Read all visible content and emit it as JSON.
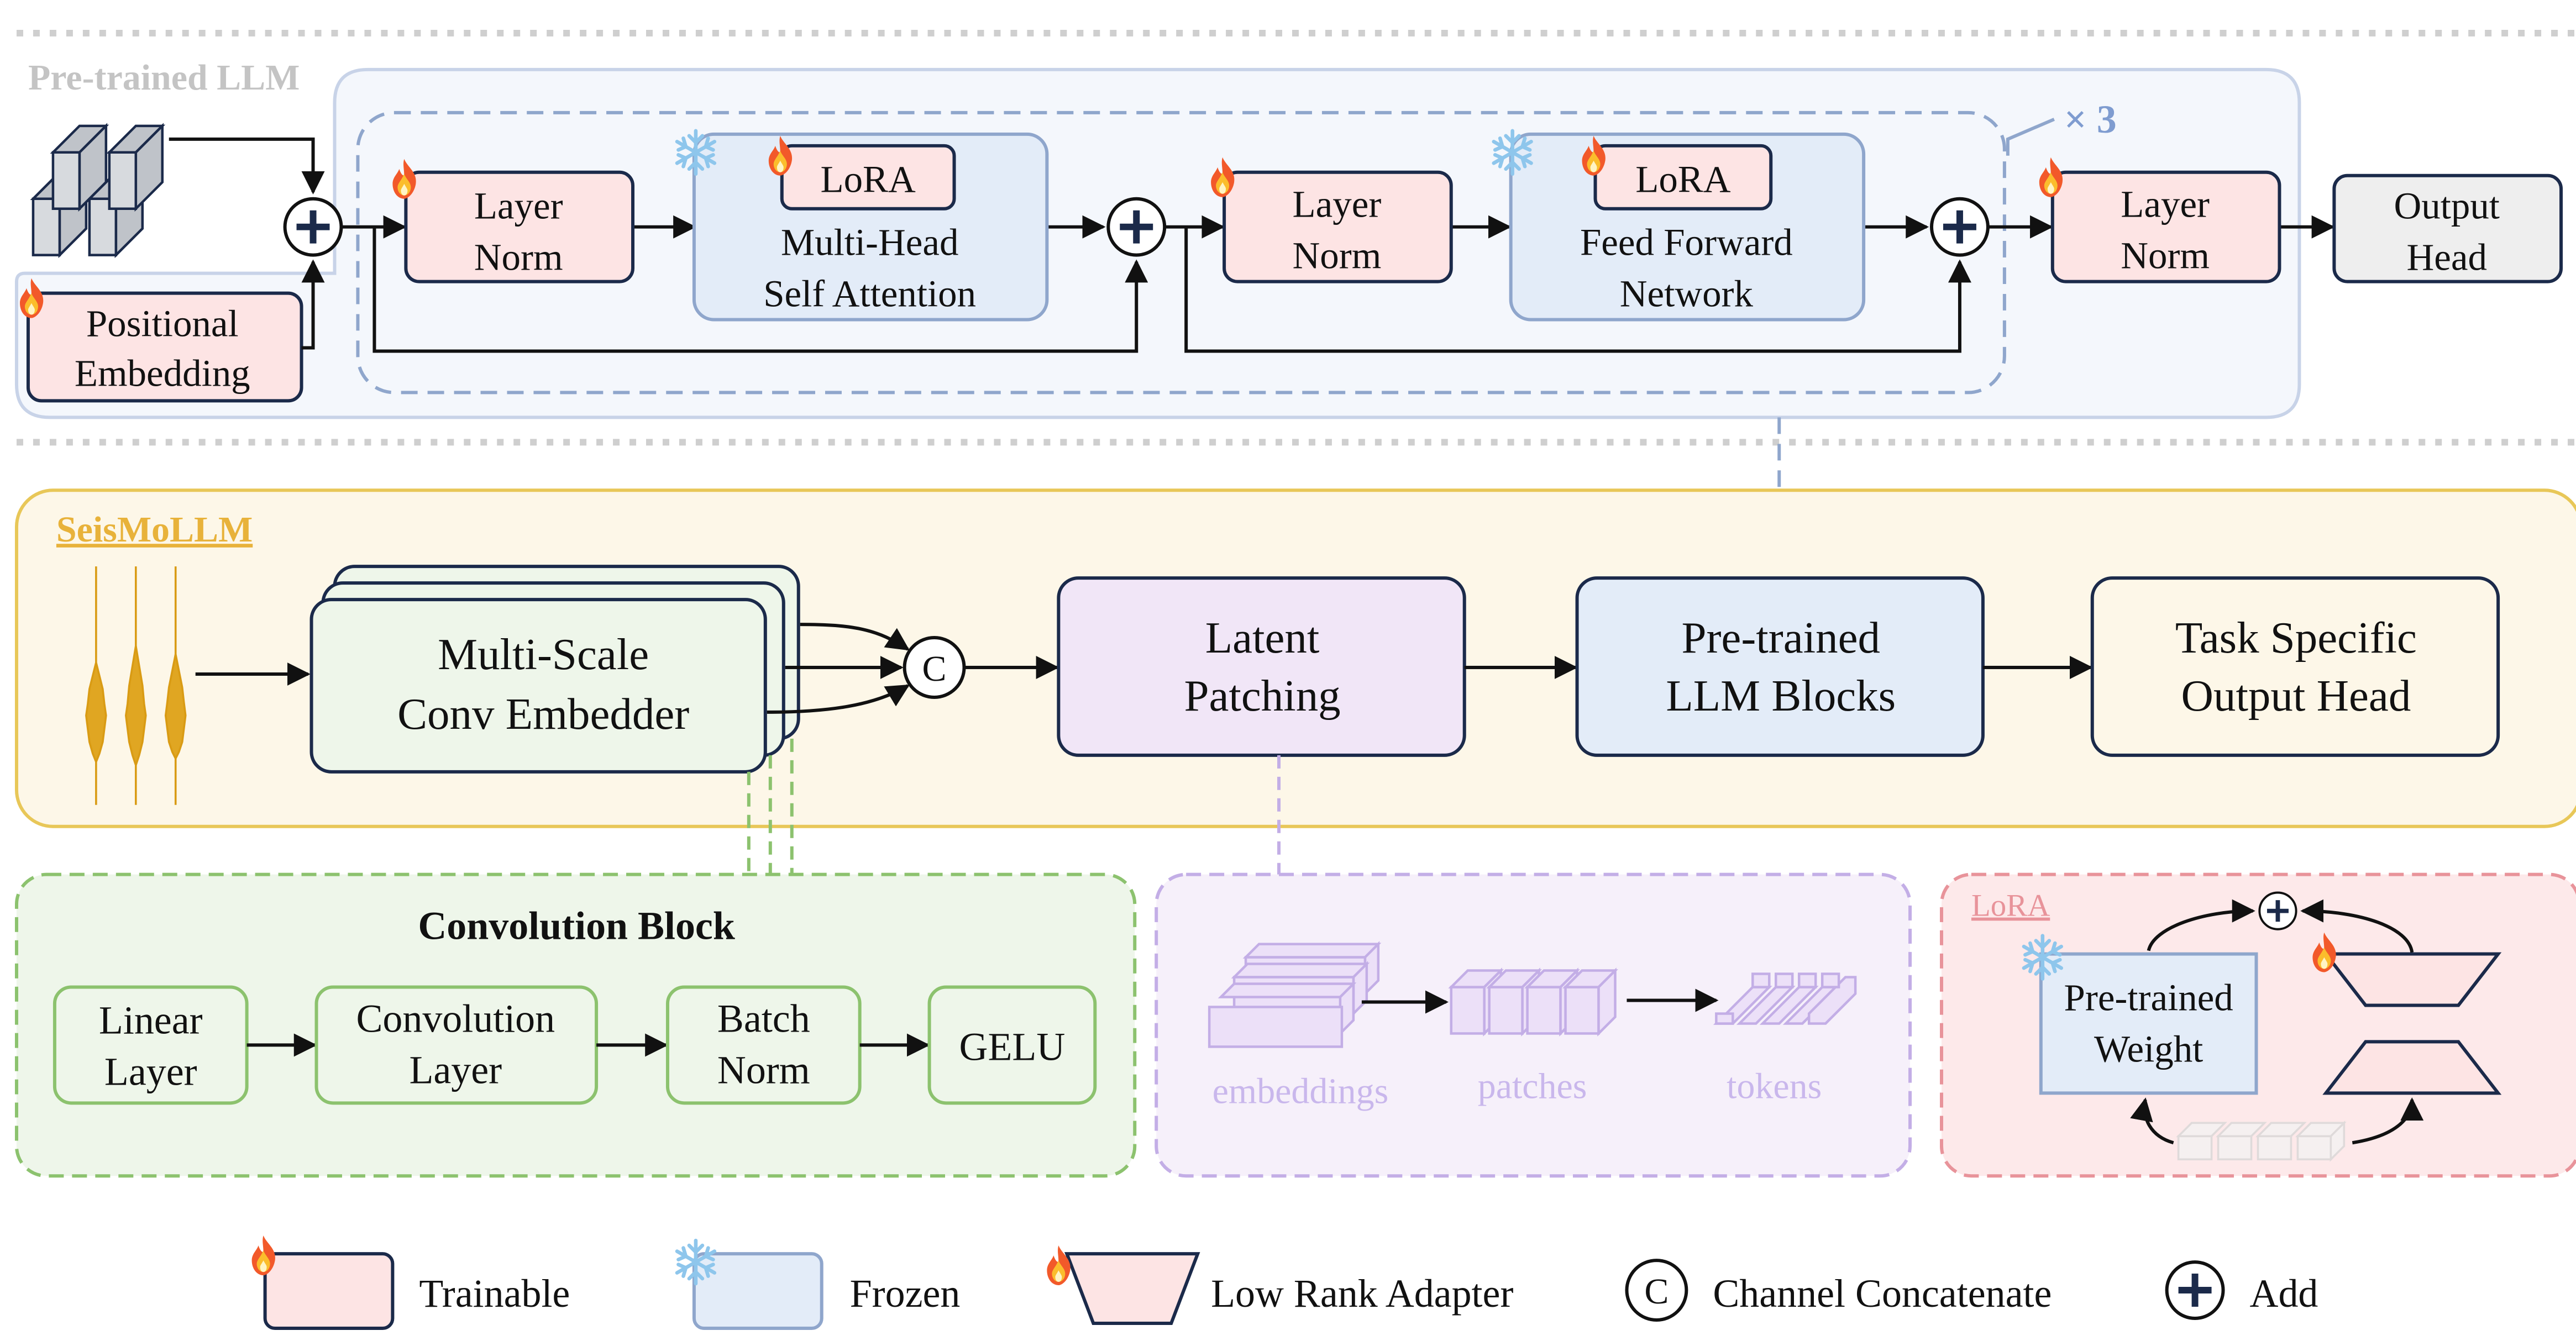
{
  "sections": {
    "pretrained_llm": "Pre-trained LLM",
    "seismollm": "SeisMoLLM",
    "conv_block": "Convolution Block",
    "lora": "LoRA"
  },
  "top": {
    "positional_embedding": [
      "Positional",
      "Embedding"
    ],
    "layer_norm": [
      "Layer",
      "Norm"
    ],
    "lora_tag": "LoRA",
    "mhsa": [
      "Multi-Head",
      "Self Attention"
    ],
    "ffn": [
      "Feed Forward",
      "Network"
    ],
    "repeat": "× 3",
    "output_head": [
      "Output",
      "Head"
    ]
  },
  "middle": {
    "embedder": [
      "Multi-Scale",
      "Conv Embedder"
    ],
    "concat": "C",
    "latent": [
      "Latent",
      "Patching"
    ],
    "llm_blocks": [
      "Pre-trained",
      "LLM Blocks"
    ],
    "task_head": [
      "Task Specific",
      "Output Head"
    ]
  },
  "conv": {
    "linear": [
      "Linear",
      "Layer"
    ],
    "convolution": [
      "Convolution",
      "Layer"
    ],
    "batchnorm": [
      "Batch",
      "Norm"
    ],
    "gelu": "GELU"
  },
  "patching": {
    "embeddings": "embeddings",
    "patches": "patches",
    "tokens": "tokens"
  },
  "lora_detail": {
    "weight": [
      "Pre-trained",
      "Weight"
    ]
  },
  "legend": {
    "trainable": "Trainable",
    "frozen": "Frozen",
    "low_rank_adapter": "Low Rank Adapter",
    "concat_symbol": "C",
    "channel_concatenate": "Channel Concatenate",
    "add": "Add"
  },
  "colors": {
    "trainable_fill": "#fde4e4",
    "frozen_fill": "#e3ecf8",
    "llm_panel_fill": "#f4f7fc",
    "seis_panel_fill": "#fdf7e8",
    "seis_accent": "#e8b23a",
    "conv_panel_fill": "#eef6ea",
    "conv_accent": "#8cc26e",
    "patch_panel_fill": "#f6f0fa",
    "patch_accent": "#c3aee6",
    "lora_panel_fill": "#fde9ea",
    "lora_accent": "#e8939a",
    "repeat_color": "#7f9cd0"
  }
}
